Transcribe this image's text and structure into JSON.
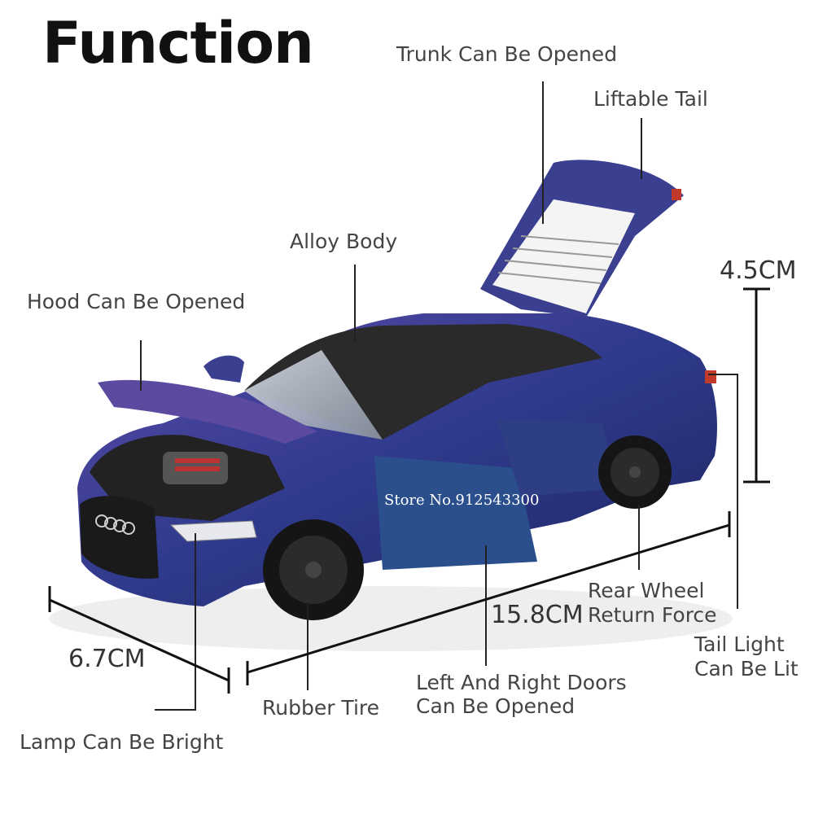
{
  "title": "Function",
  "callouts": {
    "trunk": "Trunk Can Be Opened",
    "liftable_tail": "Liftable Tail",
    "alloy_body": "Alloy Body",
    "hood": "Hood Can Be Opened",
    "rear_wheel_line1": "Rear Wheel",
    "rear_wheel_line2": "Return Force",
    "tail_light_line1": "Tail Light",
    "tail_light_line2": "Can Be Lit",
    "doors_line1": "Left And Right Doors",
    "doors_line2": "Can Be Opened",
    "rubber_tire": "Rubber Tire",
    "lamp": "Lamp Can Be Bright"
  },
  "dimensions": {
    "height": "4.5CM",
    "length": "15.8CM",
    "width": "6.7CM"
  },
  "watermark": "Store No.912543300",
  "colors": {
    "body": "#3a3f8f",
    "body_dark": "#1c1f4a",
    "tire": "#151515",
    "line": "#222222"
  }
}
